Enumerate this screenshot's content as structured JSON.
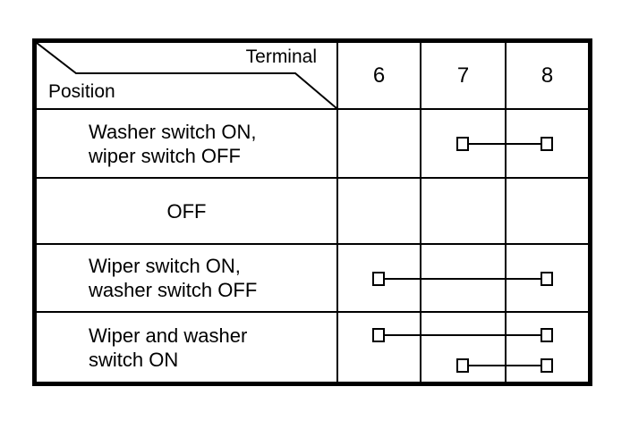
{
  "table": {
    "corner": {
      "terminal_label": "Terminal",
      "position_label": "Position"
    },
    "terminal_columns": [
      "6",
      "7",
      "8"
    ],
    "rows": [
      {
        "position": "Washer switch ON,\nwiper switch OFF"
      },
      {
        "position": "OFF"
      },
      {
        "position": "Wiper switch ON,\nwasher switch OFF"
      },
      {
        "position": "Wiper and washer\nswitch ON"
      }
    ],
    "connections": [
      {
        "row": 1,
        "from_terminal": "7",
        "to_terminal": "8",
        "level": "middle"
      },
      {
        "row": 3,
        "from_terminal": "6",
        "to_terminal": "8",
        "level": "middle"
      },
      {
        "row": 4,
        "from_terminal": "6",
        "to_terminal": "8",
        "level": "upper"
      },
      {
        "row": 4,
        "from_terminal": "7",
        "to_terminal": "8",
        "level": "lower"
      }
    ],
    "colors": {
      "foreground": "#000000",
      "background": "#ffffff"
    }
  }
}
